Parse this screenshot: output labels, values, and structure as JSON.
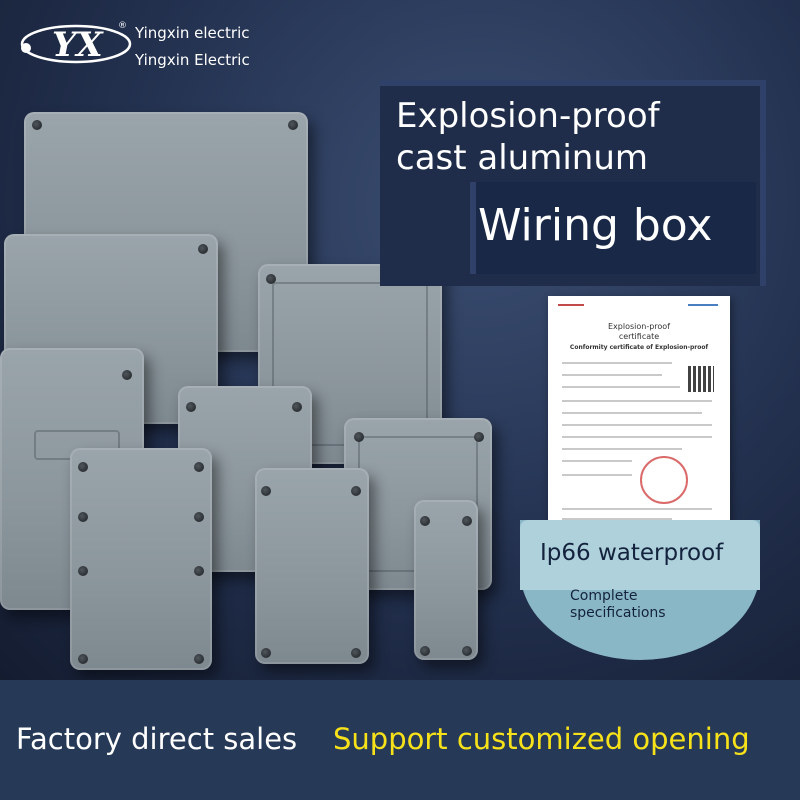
{
  "brand": {
    "logo_mark": "YX",
    "name_line1": "Yingxin electric",
    "name_line2": "Yingxin Electric"
  },
  "headline": {
    "line1": "Explosion-proof",
    "line2": "cast aluminum",
    "line3": "Wiring box"
  },
  "certificate": {
    "heading1": "Explosion-proof",
    "heading2": "certificate",
    "heading3": "Conformity certificate of Explosion-proof"
  },
  "badge": {
    "title": "Ip66 waterproof",
    "sub1": "Complete",
    "sub2": "specifications"
  },
  "footer": {
    "left_text": "Factory direct sales",
    "right_text": "Support customized opening"
  },
  "colors": {
    "footer_bg": "#263957",
    "highlight_yellow": "#f7e21a",
    "badge_light": "#aed1db",
    "badge_dark": "#8ab7c6",
    "box_gray": "#8b969c"
  }
}
